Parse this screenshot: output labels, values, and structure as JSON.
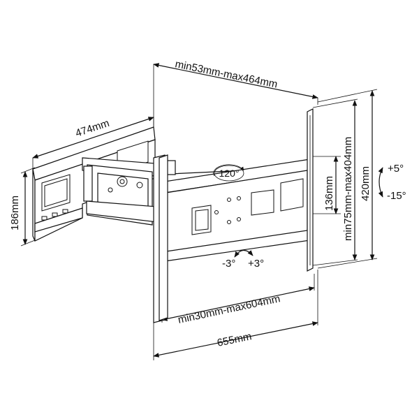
{
  "dimensions": {
    "arm_extension": "min53mm-max464mm",
    "wall_plate_width": "474mm",
    "wall_plate_height": "186mm",
    "vesa_vertical": "min75mm-max404mm",
    "tv_plate_height": "420mm",
    "inner_height": "136mm",
    "vesa_horizontal": "min30mm-max604mm",
    "tv_plate_width": "655mm"
  },
  "adjustments": {
    "swivel": "120°",
    "tilt_up": "+5°",
    "tilt_down": "-15°",
    "level_minus": "-3°",
    "level_plus": "+3°"
  }
}
